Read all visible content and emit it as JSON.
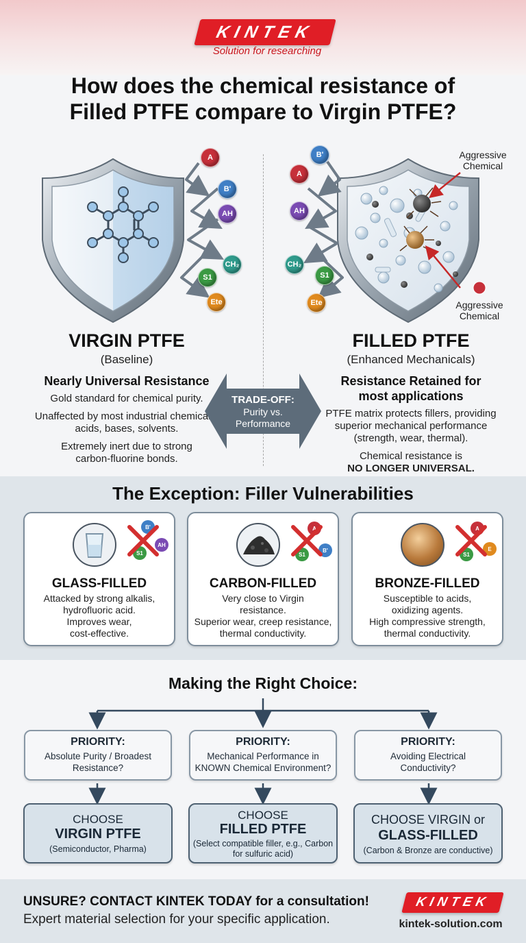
{
  "brand": {
    "name": "KINTEK",
    "tagline": "Solution for researching",
    "website": "kintek-solution.com",
    "accent_color": "#e01e26"
  },
  "title": {
    "line1": "How does the chemical resistance of",
    "line2": "Filled PTFE compare to Virgin PTFE?"
  },
  "molecules": {
    "a": "A",
    "b": "B'",
    "ah": "AH",
    "ch2": "CH₂",
    "s": "S1",
    "ete": "Ete"
  },
  "callouts": {
    "aggressive_top": "Aggressive\nChemical",
    "aggressive_bottom": "Aggressive\nChemical"
  },
  "virgin": {
    "heading": "VIRGIN PTFE",
    "sub": "(Baseline)",
    "bold": "Nearly Universal Resistance",
    "p1": "Gold standard for chemical purity.",
    "p2": "Unaffected by most industrial chemicals, acids, bases, solvents.",
    "p3": "Extremely inert due to strong carbon-fluorine bonds."
  },
  "filled": {
    "heading": "FILLED PTFE",
    "sub": "(Enhanced Mechanicals)",
    "bold": "Resistance Retained for most applications",
    "p1": "PTFE matrix protects fillers, providing superior mechanical performance (strength, wear, thermal).",
    "p2": "Chemical resistance is",
    "p3": "NO LONGER UNIVERSAL."
  },
  "tradeoff": {
    "label": "TRADE-OFF:",
    "sub": "Purity vs. Performance"
  },
  "exception": {
    "title": "The Exception: Filler Vulnerabilities",
    "cards": [
      {
        "name": "GLASS-FILLED",
        "t1": "Attacked by strong alkalis, hydrofluoric acid.",
        "t2": "Improves wear, cost-effective.",
        "icon": "glass-icon",
        "mols": [
          "B'",
          "AH",
          "S1"
        ]
      },
      {
        "name": "CARBON-FILLED",
        "t1": "Very close to Virgin resistance.",
        "t2": "Superior wear, creep resistance, thermal conductivity.",
        "icon": "carbon-powder-icon",
        "mols": [
          "A",
          "B'",
          "S1"
        ]
      },
      {
        "name": "BRONZE-FILLED",
        "t1": "Susceptible to acids, oxidizing agents.",
        "t2": "High compressive strength, thermal conductivity.",
        "icon": "bronze-disc-icon",
        "mols": [
          "A",
          "S1",
          "E"
        ]
      }
    ]
  },
  "choice": {
    "title": "Making the Right Choice:",
    "priorities": [
      {
        "head": "PRIORITY:",
        "text": "Absolute Purity / Broadest Resistance?"
      },
      {
        "head": "PRIORITY:",
        "text": "Mechanical Performance in KNOWN Chemical Environment?"
      },
      {
        "head": "PRIORITY:",
        "text": "Avoiding Electrical Conductivity?"
      }
    ],
    "outcomes": [
      {
        "l1": "CHOOSE",
        "l2": "VIRGIN PTFE",
        "l3": "(Semiconductor, Pharma)"
      },
      {
        "l1": "CHOOSE",
        "l2": "FILLED PTFE",
        "l3": "(Select compatible filler, e.g., Carbon for sulfuric acid)"
      },
      {
        "l1": "CHOOSE VIRGIN or",
        "l2": "GLASS-FILLED",
        "l3": "(Carbon & Bronze are conductive)"
      }
    ]
  },
  "footer": {
    "cta": "UNSURE? CONTACT KINTEK TODAY for a consultation!",
    "sub": "Expert material selection for your specific application."
  },
  "colors": {
    "mol_a": "#c6303a",
    "mol_b": "#3f7fc6",
    "mol_ah": "#7a4bb3",
    "mol_ch2": "#2f9b8c",
    "mol_s": "#3b9a44",
    "mol_ete": "#e08a1e",
    "shield_edge": "#7e8a95",
    "slate": "#5d6c7a"
  }
}
